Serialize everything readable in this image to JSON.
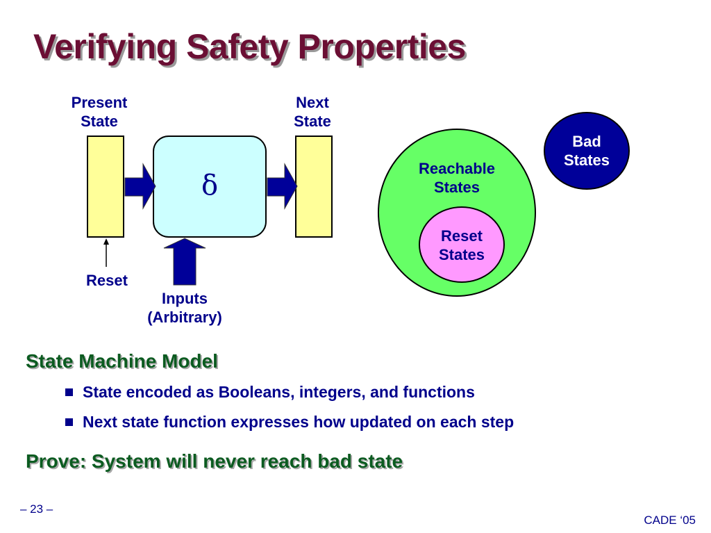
{
  "slide": {
    "title": "Verifying Safety Properties",
    "page_number": "– 23 –",
    "footer_right": "CADE ‘05"
  },
  "diagram": {
    "present_state": [
      "Present",
      "State"
    ],
    "next_state": [
      "Next",
      "State"
    ],
    "delta_symbol": "δ",
    "reset_label": "Reset",
    "inputs": [
      "Inputs",
      "(Arbitrary)"
    ],
    "reachable_states": [
      "Reachable",
      "States"
    ],
    "reset_states": [
      "Reset",
      "States"
    ],
    "bad_states": [
      "Bad",
      "States"
    ],
    "colors": {
      "register_fill": "#ffff99",
      "logic_fill": "#ccffff",
      "arrow_fill": "#000099",
      "reachable_fill": "#66ff66",
      "reset_fill": "#ff99ff",
      "bad_fill": "#000099"
    }
  },
  "body": {
    "heading1": "State Machine Model",
    "bullets": [
      "State encoded as Booleans, integers, and functions",
      "Next state function expresses how updated on each step"
    ],
    "heading2": "Prove: System will never reach bad state"
  }
}
